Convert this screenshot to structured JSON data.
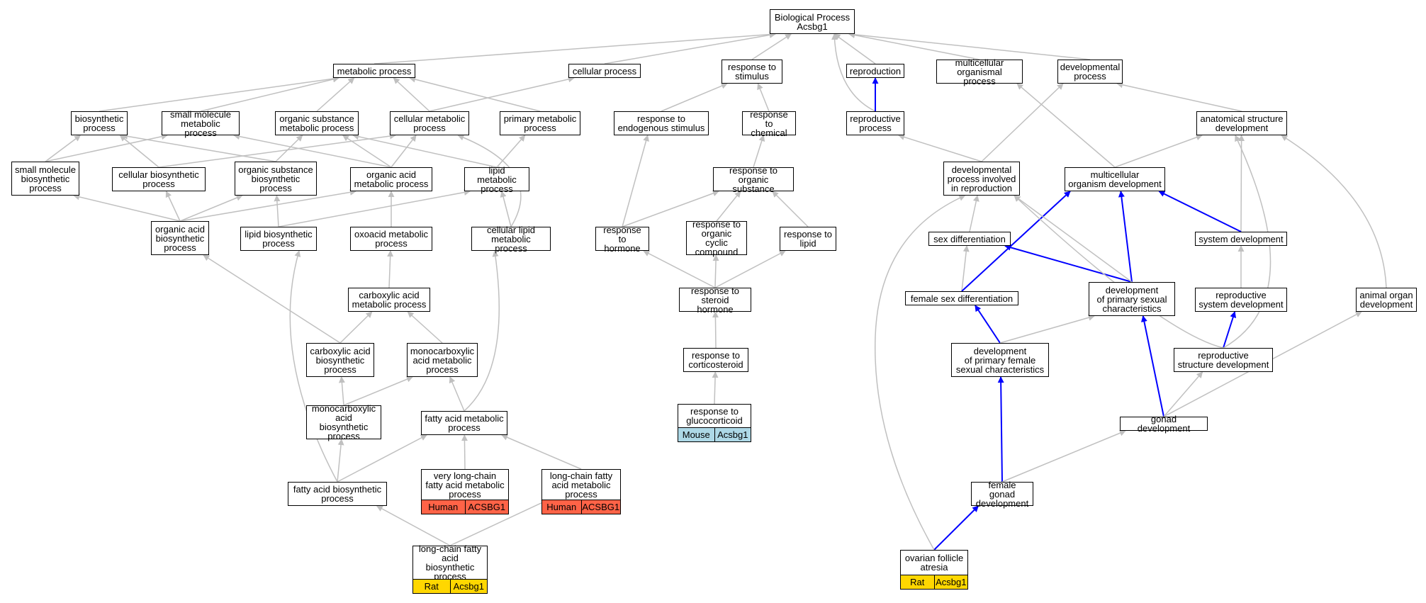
{
  "colors": {
    "gray_edge": "#c0c0c0",
    "blue_edge": "#0000ff",
    "human_fill": "#ff6347",
    "rat_fill": "#ffd700",
    "mouse_fill": "#add8e6"
  },
  "nodes": {
    "root": "Biological Process\nAcsbg1",
    "metabolic": "metabolic process",
    "cellular_process": "cellular process",
    "response_stimulus": "response to\nstimulus",
    "reproduction": "reproduction",
    "multicellular_organismal": "multicellular\norganismal process",
    "developmental": "developmental\nprocess",
    "biosynthetic": "biosynthetic\nprocess",
    "small_mol_metabolic": "small molecule\nmetabolic process",
    "org_subst_metabolic": "organic substance\nmetabolic process",
    "cellular_metabolic": "cellular metabolic\nprocess",
    "primary_metabolic": "primary metabolic\nprocess",
    "resp_endogenous": "response to\nendogenous stimulus",
    "resp_chemical": "response to\nchemical",
    "reproductive_process": "reproductive\nprocess",
    "anatomical_dev": "anatomical structure\ndevelopment",
    "small_mol_biosynthetic": "small molecule\nbiosynthetic\nprocess",
    "cellular_biosynthetic": "cellular biosynthetic\nprocess",
    "org_subst_biosynthetic": "organic substance\nbiosynthetic\nprocess",
    "org_acid_metabolic": "organic acid\nmetabolic process",
    "lipid_metabolic": "lipid metabolic\nprocess",
    "resp_org_substance": "response to\norganic substance",
    "dev_in_reproduction": "developmental\nprocess involved\nin reproduction",
    "multicellular_org_dev": "multicellular\norganism development",
    "org_acid_biosynthetic": "organic acid\nbiosynthetic\nprocess",
    "lipid_biosynthetic": "lipid biosynthetic\nprocess",
    "oxoacid_metabolic": "oxoacid metabolic\nprocess",
    "cellular_lipid_metabolic": "cellular lipid\nmetabolic process",
    "resp_hormone": "response to\nhormone",
    "resp_org_cyclic": "response to\norganic cyclic\ncompound",
    "resp_lipid": "response to\nlipid",
    "sex_diff": "sex differentiation",
    "system_dev": "system development",
    "carboxylic_metabolic": "carboxylic acid\nmetabolic process",
    "resp_steroid": "response to\nsteroid hormone",
    "female_sex_diff": "female sex differentiation",
    "dev_primary_sexual": "development\nof primary sexual\ncharacteristics",
    "reproductive_system_dev": "reproductive\nsystem development",
    "animal_organ_dev": "animal organ\ndevelopment",
    "carboxylic_biosynthetic": "carboxylic acid\nbiosynthetic\nprocess",
    "monocarboxylic_metabolic": "monocarboxylic\nacid metabolic\nprocess",
    "resp_corticosteroid": "response to\ncorticosteroid",
    "dev_primary_female": "development\nof primary female\nsexual characteristics",
    "reproductive_structure_dev": "reproductive\nstructure development",
    "monocarboxylic_biosynthetic": "monocarboxylic\nacid biosynthetic\nprocess",
    "fatty_acid_metabolic": "fatty acid metabolic\nprocess",
    "resp_glucocorticoid": "response to\nglucocorticoid",
    "gonad_dev": "gonad development",
    "very_long_chain": "very long-chain\nfatty acid metabolic\nprocess",
    "long_chain_metabolic": "long-chain fatty\nacid metabolic\nprocess",
    "fatty_acid_biosynthetic": "fatty acid biosynthetic\nprocess",
    "female_gonad_dev": "female gonad\ndevelopment",
    "long_chain_biosynthetic": "long-chain fatty\nacid biosynthetic\nprocess",
    "ovarian_follicle_atresia": "ovarian follicle\natresia"
  },
  "annotations": {
    "resp_glucocorticoid": {
      "species": "Mouse",
      "gene": "Acsbg1"
    },
    "very_long_chain": {
      "species": "Human",
      "gene": "ACSBG1"
    },
    "long_chain_metabolic": {
      "species": "Human",
      "gene": "ACSBG1"
    },
    "long_chain_biosynthetic": {
      "species": "Rat",
      "gene": "Acsbg1"
    },
    "ovarian_follicle_atresia": {
      "species": "Rat",
      "gene": "Acsbg1"
    }
  }
}
